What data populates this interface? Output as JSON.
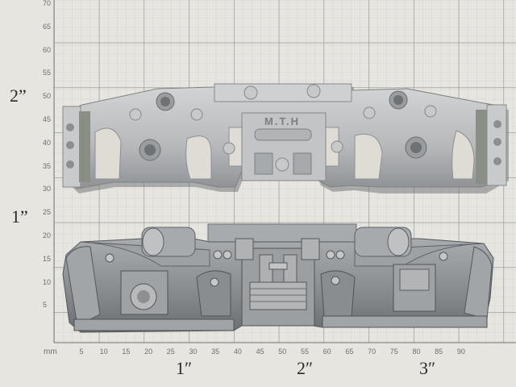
{
  "ruler": {
    "unit_label": "mm",
    "mm_ticks": [
      "5",
      "10",
      "15",
      "20",
      "25",
      "30",
      "35",
      "40",
      "45",
      "50",
      "55",
      "60",
      "65",
      "70",
      "75",
      "80",
      "85",
      "90"
    ],
    "left_ticks": [
      "70",
      "65",
      "60",
      "55",
      "50",
      "45",
      "40",
      "35",
      "30",
      "25",
      "20",
      "15",
      "10",
      "5"
    ],
    "inch_bottom": [
      "1″",
      "2″",
      "3″"
    ],
    "inch_left": [
      "2”",
      "1”"
    ]
  },
  "part": {
    "casting_mark": "M.T.H"
  },
  "colors": {
    "paper": "#e6e5e0",
    "grid_minor": "#c9c9c6",
    "grid_major": "#8e8e8c",
    "metal": "#b9bbbd",
    "metal_dark": "#7d8083",
    "metal_shadow": "#5a5d60"
  }
}
